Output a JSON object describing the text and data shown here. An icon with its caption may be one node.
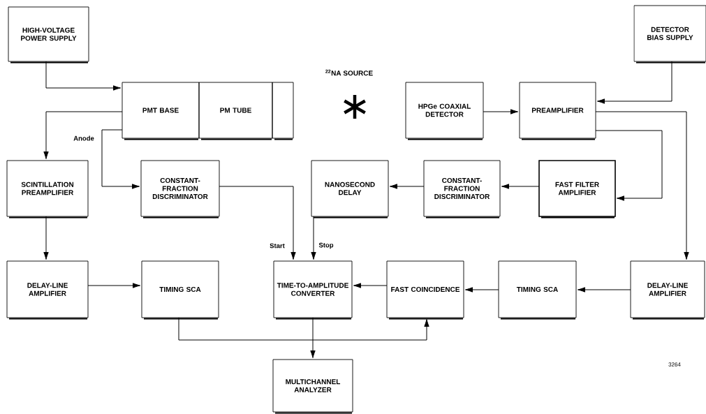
{
  "diagram": {
    "nodes": [
      {
        "text": [
          "HIGH-VOLTAGE POWER SUPPLY"
        ]
      },
      {
        "text": [
          "DETECTOR BIAS SUPPLY"
        ]
      },
      {
        "text": [
          "PMT BASE"
        ]
      },
      {
        "text": [
          "PM TUBE"
        ]
      },
      {
        "text": [],
        "shape": "box"
      },
      {
        "text": [
          "HPGe COAXIAL DETECTOR"
        ]
      },
      {
        "text": [
          "PREAMPLIFIER"
        ]
      },
      {
        "text": [
          "SCINTILLATION PREAMPLIFIER"
        ]
      },
      {
        "text": [
          "CONSTANT-FRACTION DISCRIMINATOR"
        ]
      },
      {
        "text": [
          "NANOSECOND DELAY"
        ]
      },
      {
        "text": [
          "CONSTANT-FRACTION DISCRIMINATOR"
        ]
      },
      {
        "text": [
          "FAST FILTER AMPLIFIER"
        ]
      },
      {
        "text": [
          "DELAY-LINE AMPLIFIER"
        ]
      },
      {
        "text": [
          "TIMING SCA"
        ]
      },
      {
        "text": [
          "TIME-TO-AMPLITUDE CONVERTER"
        ]
      },
      {
        "text": [
          "FAST COINCIDENCE"
        ]
      },
      {
        "text": [
          "TIMING SCA"
        ]
      },
      {
        "text": [
          "DELAY-LINE AMPLIFIER"
        ]
      },
      {
        "text": [
          "MULTICHANNEL ANALYZER"
        ]
      }
    ],
    "edges": [
      {
        "from": 0,
        "to": 2,
        "arrow": "to"
      },
      {
        "from": 2,
        "to": 7,
        "arrow": "to"
      },
      {
        "from": 2,
        "to": 8,
        "arrow": "to",
        "label": "Anode"
      },
      {
        "from": 1,
        "to": 6,
        "arrow": "to"
      },
      {
        "from": 5,
        "to": 6,
        "arrow": "to"
      },
      {
        "from": 6,
        "to": 11,
        "arrow": "to"
      },
      {
        "from": 6,
        "to": 17,
        "arrow": "to"
      },
      {
        "from": 7,
        "to": 12,
        "arrow": "to"
      },
      {
        "from": 8,
        "to": 14,
        "arrow": "to",
        "label": "Start"
      },
      {
        "from": 9,
        "to": 14,
        "arrow": "to",
        "label": "Stop"
      },
      {
        "from": 10,
        "to": 9,
        "arrow": "to"
      },
      {
        "from": 11,
        "to": 10,
        "arrow": "to"
      },
      {
        "from": 12,
        "to": 13,
        "arrow": "to"
      },
      {
        "from": 13,
        "to": 15,
        "arrow": "to"
      },
      {
        "from": 14,
        "to": 18,
        "arrow": "to"
      },
      {
        "from": 15,
        "to": 14,
        "arrow": "to"
      },
      {
        "from": 16,
        "to": 15,
        "arrow": "to"
      },
      {
        "from": 17,
        "to": 16,
        "arrow": "to"
      }
    ],
    "labels": [
      "$^{22}$NA SOURCE",
      "3264"
    ]
  }
}
